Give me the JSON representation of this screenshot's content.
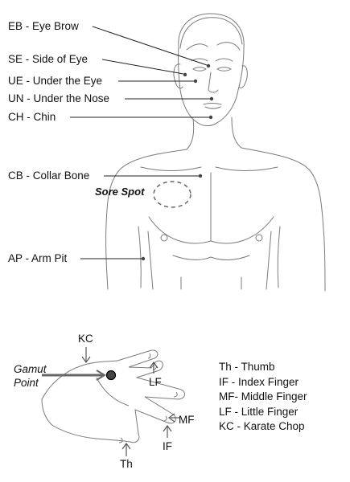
{
  "labels": {
    "eb": "EB - Eye Brow",
    "se": "SE - Side of Eye",
    "ue": "UE - Under the Eye",
    "un": "UN - Under the Nose",
    "ch": "CH - Chin",
    "cb": "CB - Collar Bone",
    "ap": "AP - Arm Pit",
    "sore_spot": "Sore Spot",
    "gamut_line1": "Gamut",
    "gamut_line2": "Point"
  },
  "hand_labels": {
    "kc": "KC",
    "lf": "LF",
    "mf": "MF",
    "if": "IF",
    "th": "Th"
  },
  "legend": [
    "Th - Thumb",
    "IF  - Index Finger",
    "MF- Middle Finger",
    "LF - Little Finger",
    "KC - Karate Chop"
  ]
}
